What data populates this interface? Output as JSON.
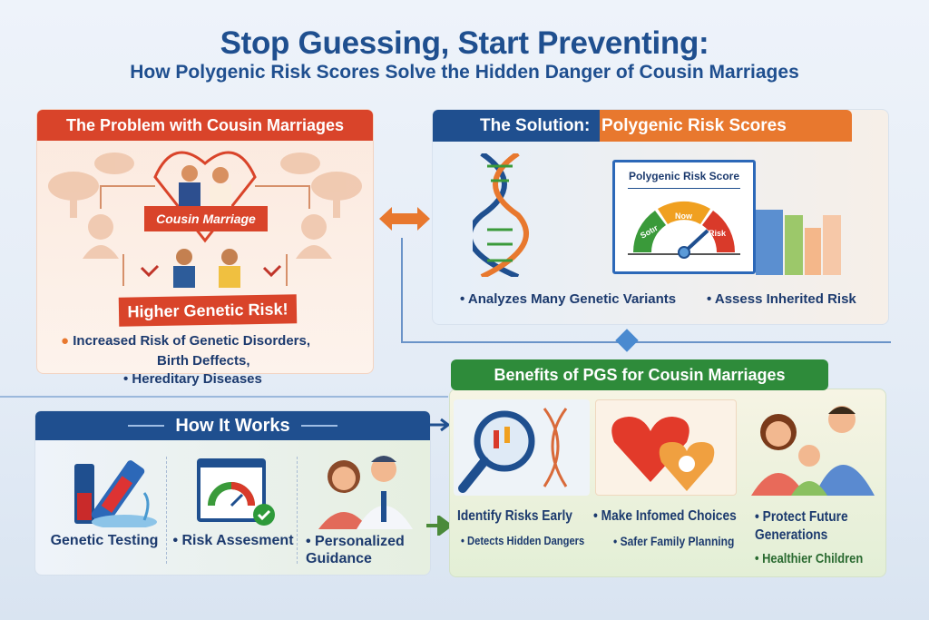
{
  "title": {
    "line1": "Stop Guessing, Start Preventing:",
    "line2": "How Polygenic Risk Scores Solve the Hidden Danger of Cousin Marriages"
  },
  "problem": {
    "header": "The Problem with Cousin Marriages",
    "banner": "Cousin Marriage",
    "warning": "Higher Genetic Risk!",
    "bullets": [
      "Increased Risk of Genetic Disorders,",
      "Birth Deffects,",
      "Hereditary Diseases"
    ]
  },
  "solution": {
    "header_a": "The Solution:",
    "header_b": "Polygenic Risk Scores",
    "card_title": "Polygenic Risk Score",
    "gauge": {
      "labels": [
        "Sotır",
        "Now",
        "Risk"
      ],
      "colors": [
        "#3a9a3a",
        "#f0a020",
        "#d93a2a"
      ]
    },
    "bullets": [
      "Analyzes Many Genetic Variants",
      "Assess Inherited Risk"
    ]
  },
  "how": {
    "header": "How It Works",
    "steps": [
      {
        "label": "Genetic Testing",
        "icon": "test-tube-icon"
      },
      {
        "label": "Risk Assesment",
        "icon": "gauge-screen-icon"
      },
      {
        "label": "Personalized Guidance",
        "icon": "doctor-patient-icon"
      }
    ]
  },
  "benefits": {
    "header": "Benefits of PGS for Cousin Marriages",
    "items": [
      {
        "title": "Identify Risks Early",
        "sub": "Detects Hidden Dangers",
        "icon": "magnifier-dna-icon"
      },
      {
        "title": "Make Infomed Choices",
        "sub": "Safer Family Planning",
        "icon": "heart-icon"
      },
      {
        "title": "Protect Future Generations",
        "sub": "Healthier Children",
        "icon": "family-icon"
      }
    ]
  },
  "colors": {
    "navy": "#1f4f8f",
    "red": "#d9442a",
    "orange": "#e8782e",
    "green": "#2e8b3a"
  }
}
